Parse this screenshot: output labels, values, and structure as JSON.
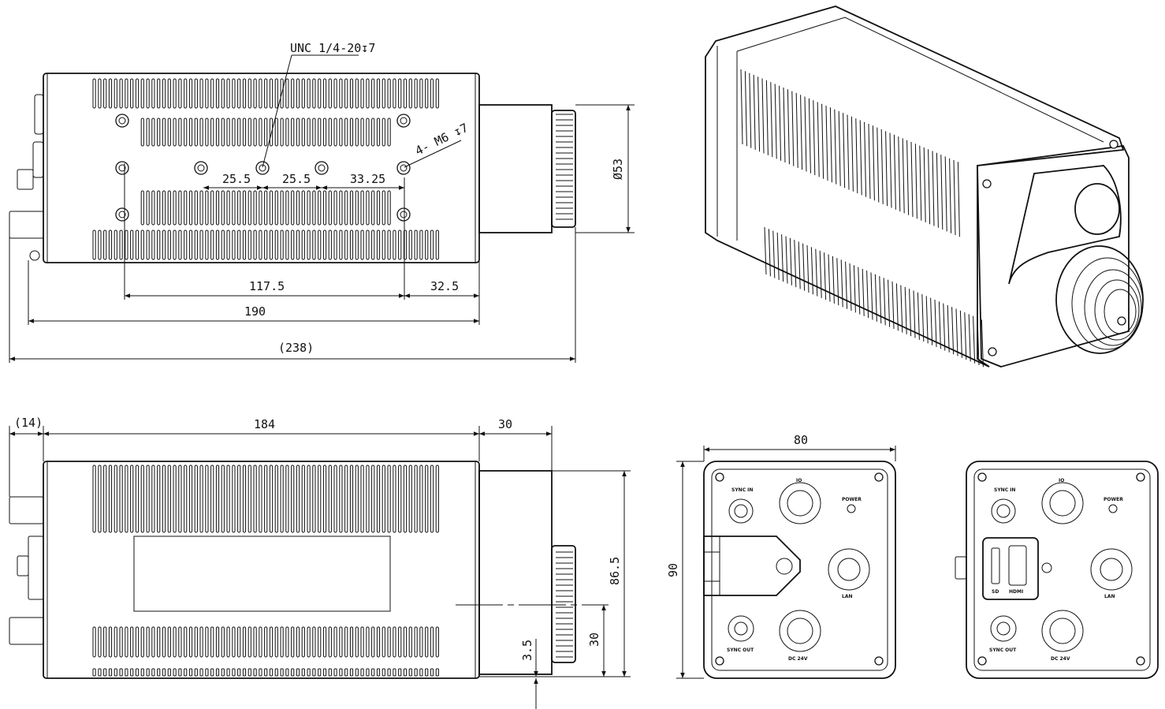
{
  "dimensions": {
    "unc_thread": "UNC 1/4-20↧7",
    "m6_thread": "4- M6 ↧7",
    "d1": "25.5",
    "d2": "25.5",
    "d3": "33.25",
    "d_117": "117.5",
    "d_32": "32.5",
    "d_190": "190",
    "d_238": "(238)",
    "dia_53": "Ø53",
    "d_14": "(14)",
    "d_184": "184",
    "d_30_top": "30",
    "d_86": "86.5",
    "d_30_side": "30",
    "d_3_5": "3.5",
    "d_80": "80",
    "d_90": "90"
  },
  "rear_panel_a": {
    "sync_in": "SYNC IN",
    "io": "IO",
    "power": "POWER",
    "lan": "LAN",
    "sync_out": "SYNC OUT",
    "dc": "DC 24V"
  },
  "rear_panel_b": {
    "sync_in": "SYNC IN",
    "io": "IO",
    "power": "POWER",
    "sd": "SD",
    "hdmi": "HDMI",
    "lan": "LAN",
    "sync_out": "SYNC OUT",
    "dc": "DC 24V"
  }
}
